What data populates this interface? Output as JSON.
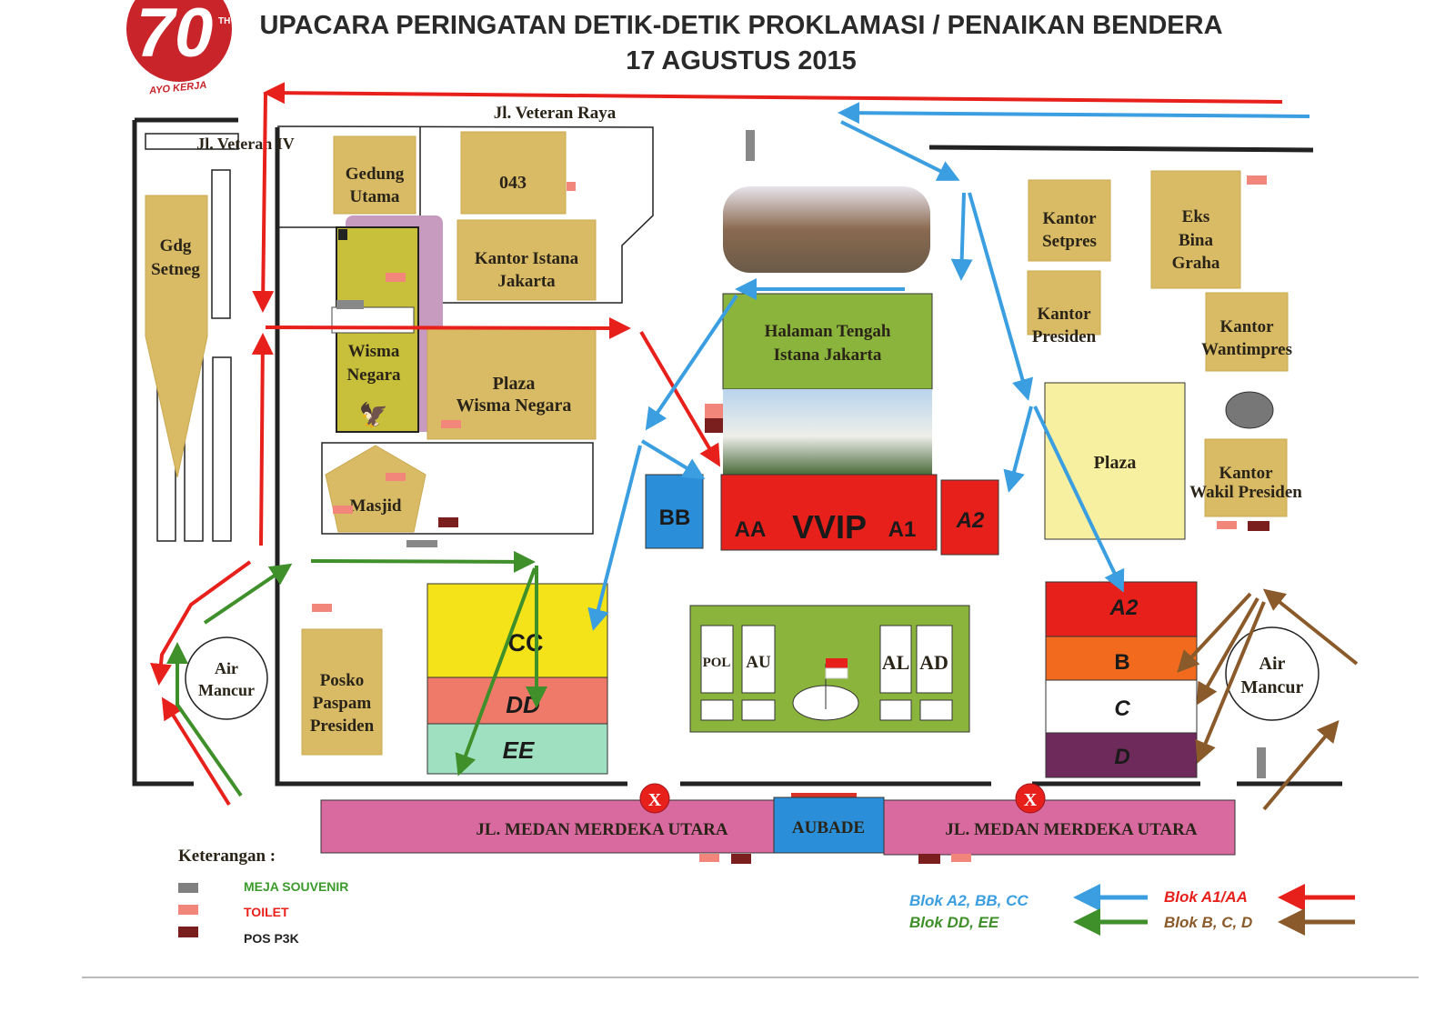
{
  "logo": {
    "number": "70",
    "suffix": "TH",
    "tagline": "AYO KERJA"
  },
  "title": {
    "line1": "UPACARA PERINGATAN DETIK-DETIK PROKLAMASI / PENAIKAN BENDERA",
    "line2": "17 AGUSTUS 2015"
  },
  "streets": {
    "veteran_raya": "Jl. Veteran Raya",
    "veteran_iv": "Jl. Veteran IV",
    "medan_merdeka_left": "JL. MEDAN MERDEKA UTARA",
    "medan_merdeka_right": "JL.  MEDAN MERDEKA UTARA",
    "aubade": "AUBADE"
  },
  "buildings": {
    "gdg_setneg": [
      "Gdg",
      "Setneg"
    ],
    "gedung_utama": [
      "Gedung",
      "Utama"
    ],
    "b043": [
      "043"
    ],
    "kantor_istana": [
      "Kantor Istana",
      "Jakarta"
    ],
    "wisma_negara": [
      "Wisma",
      "Negara"
    ],
    "plaza_wisma": [
      "Plaza",
      "Wisma Negara"
    ],
    "masjid": [
      "Masjid"
    ],
    "posko": [
      "Posko",
      "Paspam",
      "Presiden"
    ],
    "halaman": [
      "Halaman Tengah",
      "Istana Jakarta"
    ],
    "setpres": [
      "Kantor",
      "Setpres"
    ],
    "bina_graha": [
      "Eks",
      "Bina",
      "Graha"
    ],
    "presiden": [
      "Kantor",
      "Presiden"
    ],
    "wantimpres": [
      "Kantor",
      "Wantimpres"
    ],
    "plaza": [
      "Plaza"
    ],
    "wakil": [
      "Kantor",
      "Wakil Presiden"
    ],
    "air_mancur": [
      "Air",
      "Mancur"
    ]
  },
  "blocks": {
    "bb": "BB",
    "aa": "AA",
    "vvip": "VVIP",
    "a1": "A1",
    "a2_top": "A2",
    "cc": "CC",
    "dd": "DD",
    "ee": "EE",
    "a2": "A2",
    "b": "B",
    "c": "C",
    "d": "D"
  },
  "field": {
    "pol": "POL",
    "au": "AU",
    "al": "AL",
    "ad": "AD"
  },
  "closed_marker": "X",
  "legend": {
    "title": "Keterangan :",
    "items": [
      {
        "label": "MEJA SOUVENIR",
        "color": "#808080",
        "text_color": "#3a9a2a"
      },
      {
        "label": "TOILET",
        "color": "#f2867a",
        "text_color": "#e8201c"
      },
      {
        "label": "POS P3K",
        "color": "#7a1e1e",
        "text_color": "#222222"
      }
    ],
    "routes": [
      {
        "label": "Blok A2, BB, CC",
        "color": "#3a9ee0"
      },
      {
        "label": "Blok A1/AA",
        "color": "#e8201c"
      },
      {
        "label": "Blok DD, EE",
        "color": "#3f8f2a"
      },
      {
        "label": "Blok B, C, D",
        "color": "#8a5a2a"
      }
    ]
  }
}
